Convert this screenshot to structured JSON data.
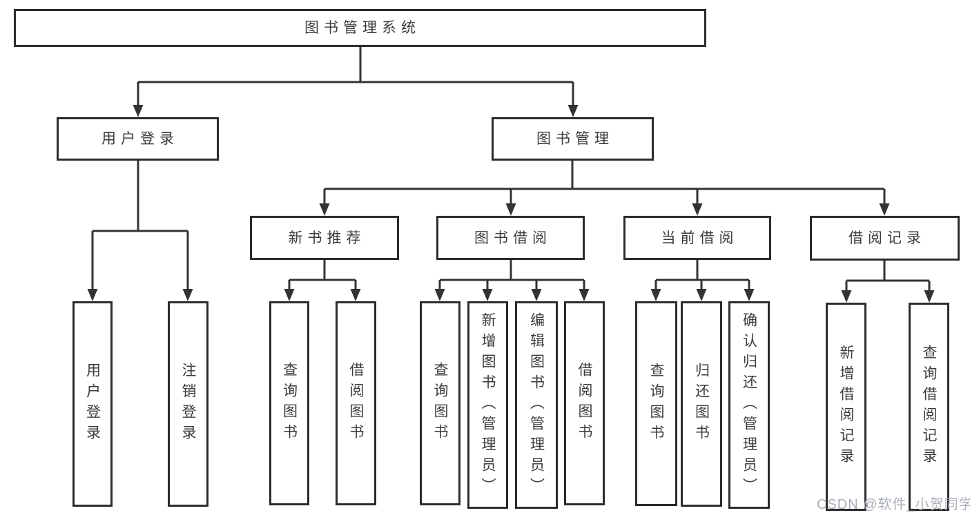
{
  "tree": {
    "root": "图书管理系统",
    "branches": [
      {
        "label": "用户登录",
        "children": [
          "用户登录",
          "注销登录"
        ]
      },
      {
        "label": "图书管理",
        "sections": [
          {
            "label": "新书推荐",
            "children": [
              "查询图书",
              "借阅图书"
            ]
          },
          {
            "label": "图书借阅",
            "children": [
              "查询图书",
              "新增图书（管理员）",
              "编辑图书（管理员）",
              "借阅图书"
            ]
          },
          {
            "label": "当前借阅",
            "children": [
              "查询图书",
              "归还图书",
              "确认归还（管理员）"
            ]
          },
          {
            "label": "借阅记录",
            "children": [
              "新增借阅记录",
              "查询借阅记录"
            ]
          }
        ]
      }
    ]
  },
  "watermark": {
    "text": "CSDN @软件_小贺同学",
    "color": "#a9aeb8"
  },
  "colors": {
    "line": "#333333",
    "box_border": "#2b2b2b",
    "text": "#3b3b40",
    "background": "#ffffff"
  }
}
